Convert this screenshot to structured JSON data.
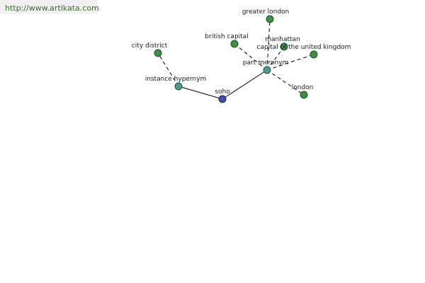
{
  "header": {
    "url": "http://www.artikata.com"
  },
  "graph": {
    "nodes": {
      "soho": "soho",
      "instance_hypernym": "instance hypernym",
      "city_district": "city district",
      "part_meronym": "part meronym",
      "greater_london": "greater london",
      "british_capital": "british capital",
      "manhattan": "manhattan",
      "capital_uk": "capital of the united kingdom",
      "london": "london"
    },
    "colors": {
      "center": "#3f4ea6",
      "relation": "#4a9a8e",
      "word": "#3f8f46"
    }
  }
}
